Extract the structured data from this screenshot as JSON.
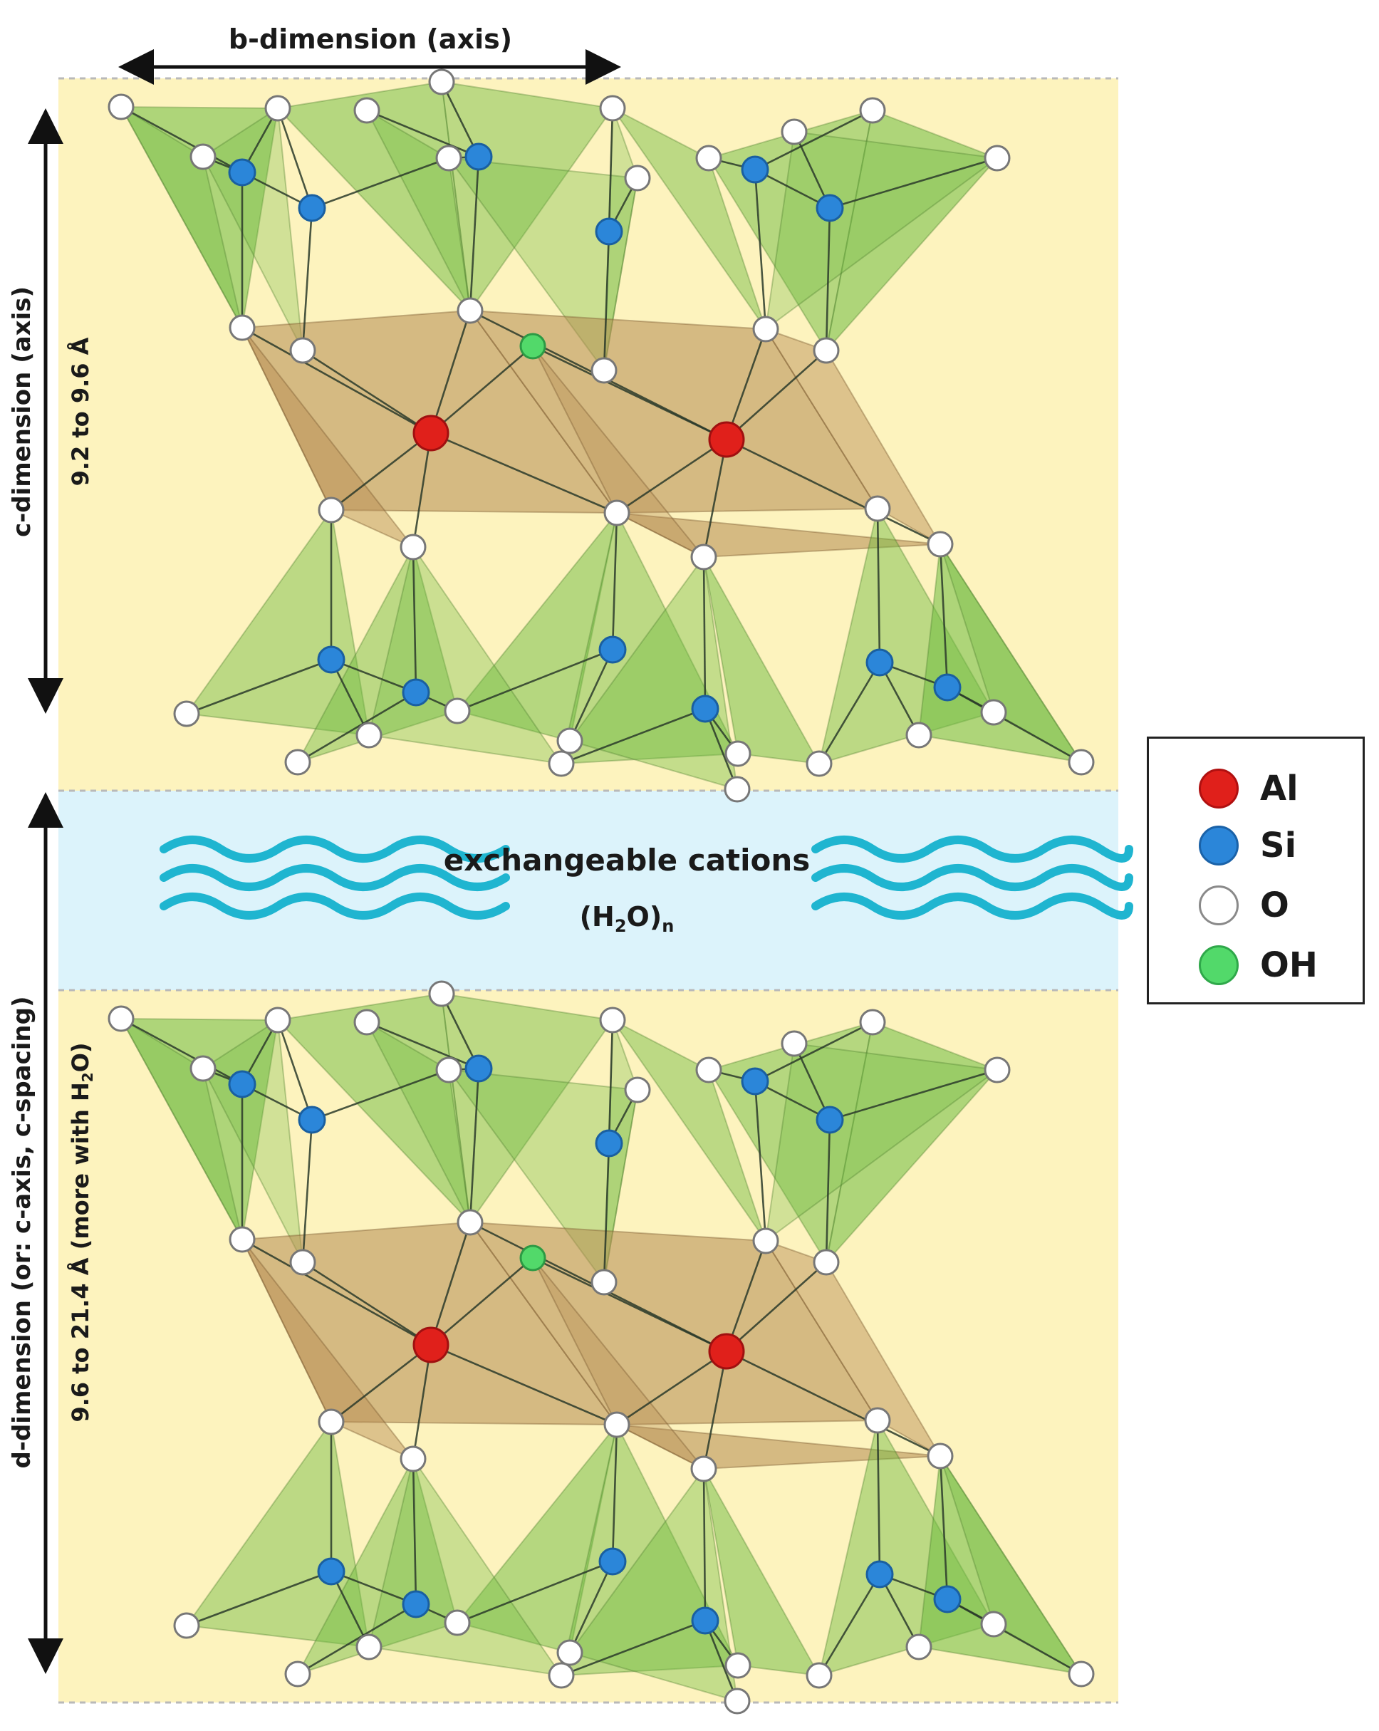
{
  "labels": {
    "b_dimension": "b-dimension (axis)",
    "c_dimension": "c-dimension (axis)",
    "c_range": "9.2 to 9.6 Å",
    "d_dimension": "d-dimension (or: c-axis, c-spacing)",
    "d_range_prefix": "9.6 to 21.4 Å (more with H",
    "d_range_sub": "2",
    "d_range_suffix": "O)",
    "interlayer_title": "exchangeable cations",
    "interlayer_formula_a": "(H",
    "interlayer_formula_sub": "2",
    "interlayer_formula_b": "O)",
    "interlayer_formula_n": "n"
  },
  "legend": {
    "items": [
      {
        "label": "Al",
        "color": "#e0201b"
      },
      {
        "label": "Si",
        "color": "#2b86d9"
      },
      {
        "label": "O",
        "color": "#ffffff"
      },
      {
        "label": "OH",
        "color": "#52d96a"
      }
    ]
  },
  "colors": {
    "layer_background": "#fdf3be",
    "interlayer_background": "#dcf3fb",
    "tetrahedral": "#6dbb3f",
    "octahedral": "#b58a50",
    "wave": "#1fb5d0",
    "al_atom": "#e0201b",
    "si_atom": "#2b86d9",
    "o_atom": "#ffffff",
    "oh_atom": "#52d96a"
  }
}
